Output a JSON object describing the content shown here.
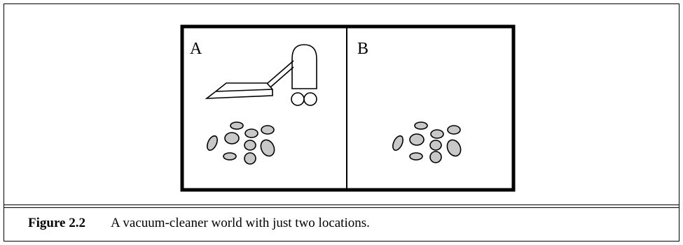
{
  "figure": {
    "rooms": [
      {
        "label": "A"
      },
      {
        "label": "B"
      }
    ],
    "caption": {
      "number": "Figure 2.2",
      "text": "A vacuum-cleaner world with just two locations."
    }
  }
}
